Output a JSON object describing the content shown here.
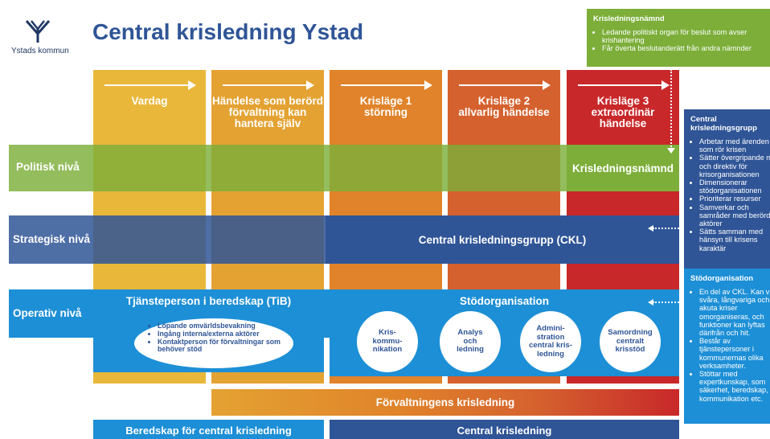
{
  "logo": {
    "name": "Ystads kommun"
  },
  "title": "Central krisledning Ystad",
  "columns": [
    {
      "label": "Vardag",
      "color": "#e9b73a"
    },
    {
      "label": "Händelse som berörd\nförvaltning kan\nhantera själv",
      "color": "#e4a232"
    },
    {
      "label": "Krisläge 1\nstörning",
      "color": "#e0832a"
    },
    {
      "label": "Krisläge 2\nallvarlig händelse",
      "color": "#d5612e"
    },
    {
      "label": "Krisläge 3\nextraordinär\nhändelse",
      "color": "#c8282a"
    }
  ],
  "levels": {
    "politisk": {
      "label": "Politisk nivå",
      "color": "#7cae39",
      "box": "Krisledningsnämnd"
    },
    "strategisk": {
      "label": "Strategisk nivå",
      "color": "#2f5597",
      "box": "Central krisledningsgrupp (CKL)"
    },
    "operativ": {
      "label": "Operativ nivå",
      "color": "#1d8fd6"
    }
  },
  "tib": {
    "title": "Tjänsteperson i beredskap (TiB)",
    "items": [
      "Löpande omvärldsbevakning",
      "Ingång interna/externa aktörer",
      "Kontaktperson för förvaltningar som behöver stöd"
    ]
  },
  "stodorganisation": {
    "title": "Stödorganisation",
    "circles": [
      "Kris-\nkommu-\nnikation",
      "Analys\noch\nledning",
      "Admini-\nstration\ncentral kris-\nledning",
      "Samordning\ncentralt\nkrisstöd"
    ]
  },
  "forvaltningens": "Förvaltningens krisledning",
  "bottom": {
    "left": "Beredskap för central krisledning",
    "right": "Central krisledning"
  },
  "panels": {
    "krisledningsnamnd": {
      "title": "Krisledningsnämnd",
      "items": [
        "Ledande politiskt organ för beslut som avser krishantering",
        "Får överta beslutanderätt från andra nämnder"
      ]
    },
    "ckl": {
      "title": "Central krisledningsgrupp",
      "items": [
        "Arbetar med ärenden som rör krisen",
        "Sätter övergripande mål och direktiv för krisorganisationen",
        "Dimensionerar stödorganisationen",
        "Prioriterar resurser",
        "Samverkar och samråder med berörda aktörer",
        "Sätts samman med hänsyn till krisens karaktär"
      ]
    },
    "stod": {
      "title": "Stödorganisation",
      "items": [
        "En del av CKL. Kan vid svåra, långvariga och akuta kriser omorganiseras, och funktioner kan lyftas därifrån och hit.",
        "Består av tjänstepersoner i kommunernas olika verksamheter.",
        "Stöttar med expertkunskap, som säkerhet, beredskap, kommunikation etc."
      ]
    }
  }
}
